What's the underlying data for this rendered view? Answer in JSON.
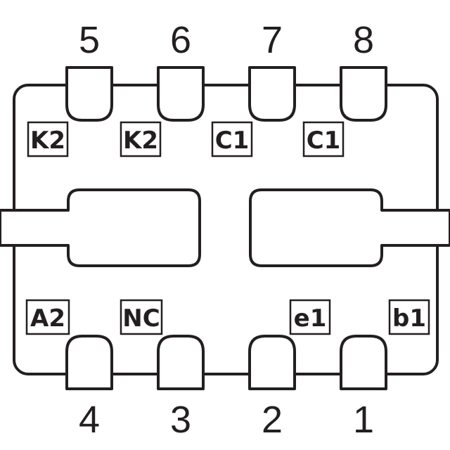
{
  "top_pins": [
    {
      "number": "5",
      "label": "K2"
    },
    {
      "number": "6",
      "label": "K2"
    },
    {
      "number": "7",
      "label": "C1"
    },
    {
      "number": "8",
      "label": "C1"
    }
  ],
  "bottom_pins": [
    {
      "number": "4",
      "label": "A2"
    },
    {
      "number": "3",
      "label": "NC"
    },
    {
      "number": "2",
      "label": "e1"
    },
    {
      "number": "1",
      "label": "b1"
    }
  ],
  "colors": {
    "line": "#231f20",
    "background": "#ffffff"
  }
}
